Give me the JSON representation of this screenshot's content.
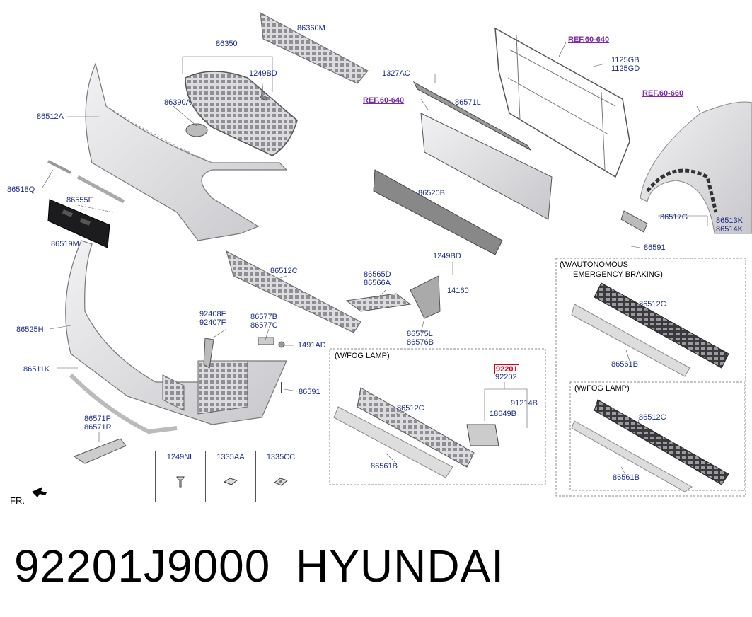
{
  "labels": [
    {
      "id": "86360M",
      "text": "86360M"
    },
    {
      "id": "86350",
      "text": "86350"
    },
    {
      "id": "1249BD_a",
      "text": "1249BD"
    },
    {
      "id": "86390A",
      "text": "86390A"
    },
    {
      "id": "86512A",
      "text": "86512A"
    },
    {
      "id": "86518Q",
      "text": "86518Q"
    },
    {
      "id": "86555F",
      "text": "86555F"
    },
    {
      "id": "86519M",
      "text": "86519M"
    },
    {
      "id": "86525H",
      "text": "86525H"
    },
    {
      "id": "86511K",
      "text": "86511K"
    },
    {
      "id": "86571P",
      "text": "86571P"
    },
    {
      "id": "86571R",
      "text": "86571R"
    },
    {
      "id": "86512C_a",
      "text": "86512C"
    },
    {
      "id": "92408F",
      "text": "92408F"
    },
    {
      "id": "92407F",
      "text": "92407F"
    },
    {
      "id": "86577B",
      "text": "86577B"
    },
    {
      "id": "86577C",
      "text": "86577C"
    },
    {
      "id": "1491AD",
      "text": "1491AD"
    },
    {
      "id": "86591_a",
      "text": "86591"
    },
    {
      "id": "1327AC",
      "text": "1327AC"
    },
    {
      "id": "REF60640_a",
      "text": "REF.60-640"
    },
    {
      "id": "86571L",
      "text": "86571L"
    },
    {
      "id": "86520B",
      "text": "86520B"
    },
    {
      "id": "REF60640_b",
      "text": "REF.60-640"
    },
    {
      "id": "1125GB",
      "text": "1125GB"
    },
    {
      "id": "1125GD",
      "text": "1125GD"
    },
    {
      "id": "REF60660",
      "text": "REF.60-660"
    },
    {
      "id": "86517G",
      "text": "86517G"
    },
    {
      "id": "86513K",
      "text": "86513K"
    },
    {
      "id": "86514K",
      "text": "86514K"
    },
    {
      "id": "86591_b",
      "text": "86591"
    },
    {
      "id": "1249BD_b",
      "text": "1249BD"
    },
    {
      "id": "86565D",
      "text": "86565D"
    },
    {
      "id": "86566A",
      "text": "86566A"
    },
    {
      "id": "14160",
      "text": "14160"
    },
    {
      "id": "86575L",
      "text": "86575L"
    },
    {
      "id": "86576B",
      "text": "86576B"
    },
    {
      "id": "92201",
      "text": "92201"
    },
    {
      "id": "92202",
      "text": "92202"
    },
    {
      "id": "86512C_b",
      "text": "86512C"
    },
    {
      "id": "18649B",
      "text": "18649B"
    },
    {
      "id": "91214B",
      "text": "91214B"
    },
    {
      "id": "86561B_a",
      "text": "86561B"
    },
    {
      "id": "86512C_c",
      "text": "86512C"
    },
    {
      "id": "86561B_b",
      "text": "86561B"
    },
    {
      "id": "86512C_d",
      "text": "86512C"
    },
    {
      "id": "86561B_c",
      "text": "86561B"
    }
  ],
  "boxes": {
    "fog_lamp": "(W/FOG LAMP)",
    "aeb_line1": "(W/AUTONOMOUS",
    "aeb_line2": "EMERGENCY BRAKING)",
    "fog_lamp_2": "(W/FOG LAMP)"
  },
  "hardware_table": [
    "1249NL",
    "1335AA",
    "1335CC"
  ],
  "direction_label": "FR.",
  "caption": {
    "part_number": "92201J9000",
    "brand": "HYUNDAI"
  },
  "colors": {
    "label": "#1a2a8a",
    "ref_link": "#7b2aa8",
    "highlight": "#d8001a"
  }
}
